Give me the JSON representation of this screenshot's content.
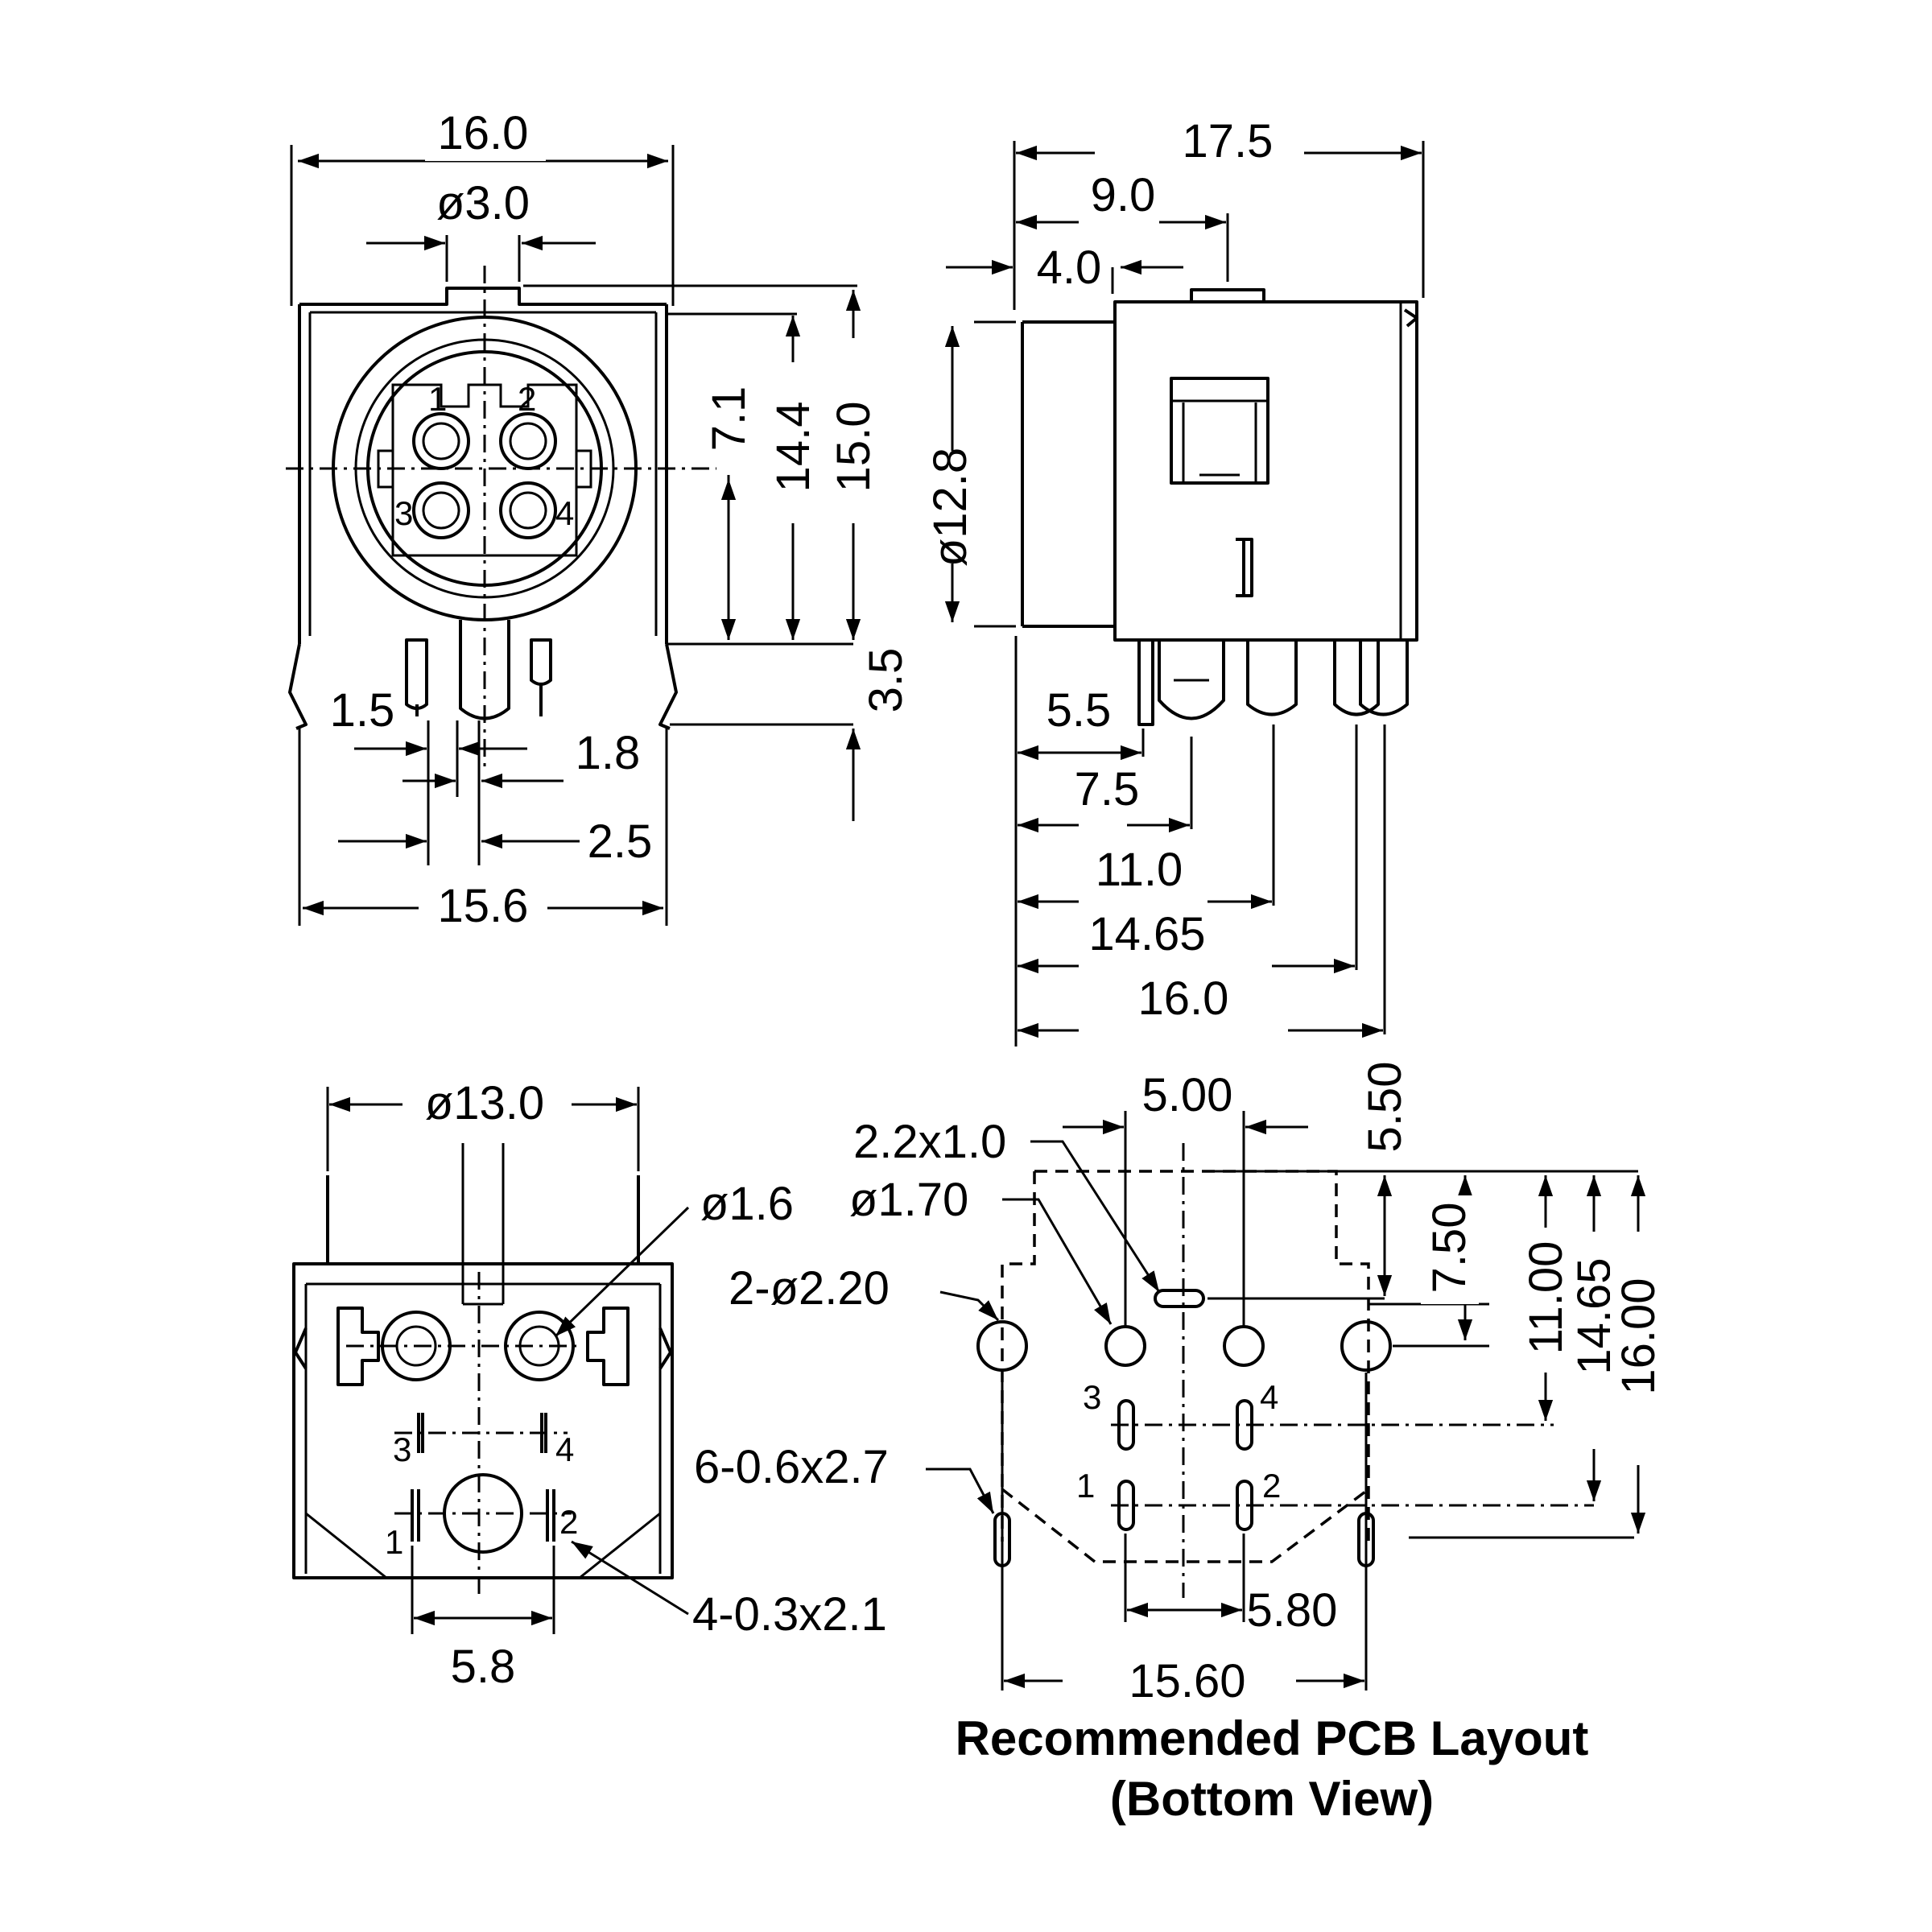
{
  "front_view": {
    "dims": {
      "width_top": "16.0",
      "key_dia": "ø3.0",
      "h_7_1": "7.1",
      "h_14_4": "14.4",
      "h_15_0": "15.0",
      "h_3_5": "3.5",
      "d_1_5": "1.5",
      "d_1_8": "1.8",
      "d_2_5": "2.5",
      "width_bottom": "15.6"
    },
    "pins": [
      "1",
      "2",
      "3",
      "4"
    ]
  },
  "side_view": {
    "dims": {
      "length": "17.5",
      "d_9_0": "9.0",
      "d_4_0": "4.0",
      "dia": "ø12.8",
      "d_5_5": "5.5",
      "d_7_5": "7.5",
      "d_11_0": "11.0",
      "d_14_65": "14.65",
      "d_16_0": "16.0"
    }
  },
  "bottom_view": {
    "dims": {
      "dia": "ø13.0",
      "hole_dia": "ø1.6",
      "pin_size": "4-0.3x2.1",
      "pitch": "5.8"
    },
    "pins": [
      "3",
      "4",
      "1",
      "2"
    ]
  },
  "pcb_layout": {
    "dims": {
      "slot": "2.2x1.0",
      "hole_170": "ø1.70",
      "hole_220": "2-ø2.20",
      "slot_pins": "6-0.6x2.7",
      "d_5_00": "5.00",
      "d_5_50": "5.50",
      "d_7_50": "7.50",
      "d_11_00": "11.00",
      "d_14_65": "14.65",
      "d_16_00": "16.00",
      "d_5_80": "5.80",
      "d_15_60": "15.60"
    },
    "pins": [
      "3",
      "4",
      "1",
      "2"
    ],
    "title_line1": "Recommended PCB Layout",
    "title_line2": "(Bottom View)"
  }
}
